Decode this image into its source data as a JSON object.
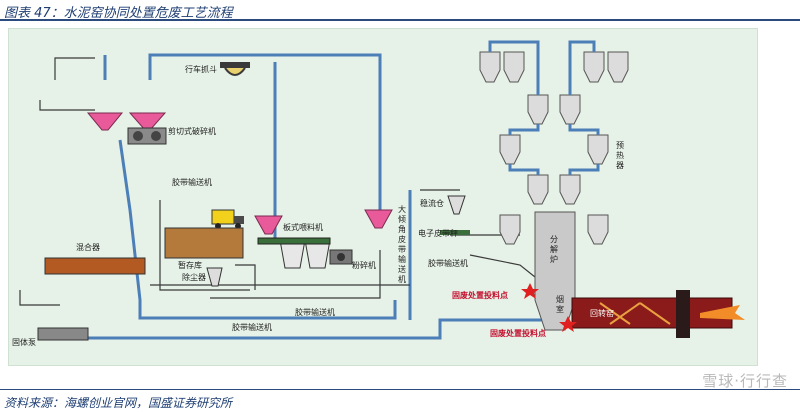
{
  "header": {
    "title": "图表 47：水泥窑协同处置危废工艺流程"
  },
  "footer": {
    "source": "资料来源：海螺创业官网，国盛证券研究所"
  },
  "watermark": {
    "text": "雪球·行行查"
  },
  "diagram": {
    "labels": {
      "crane": "行车抓斗",
      "shear_crusher": "剪切式破碎机",
      "belt1": "胶带输送机",
      "mixer": "混合器",
      "storage": "暂存库",
      "dust": "除尘器",
      "plate_feeder": "板式喂料机",
      "grinder": "粉碎机",
      "belt_mid": "胶带输送机",
      "belt_bottom": "胶带输送机",
      "large_belt": "大倾角皮带输送机",
      "stable_bin": "稳流仓",
      "scale": "电子皮带秤",
      "belt_right": "胶带输送机",
      "preheater": "预热器",
      "calciner": "分解炉",
      "smoke": "烟室",
      "kiln": "回转窑",
      "feed_point_1": "固废处置投料点",
      "feed_point_2": "固废处置投料点",
      "solid_pump": "固体泵"
    },
    "colors": {
      "pipe": "#4c7fb8",
      "hopper": "#e85a9a",
      "kiln": "#8b1a1a",
      "line": "#333333"
    }
  }
}
